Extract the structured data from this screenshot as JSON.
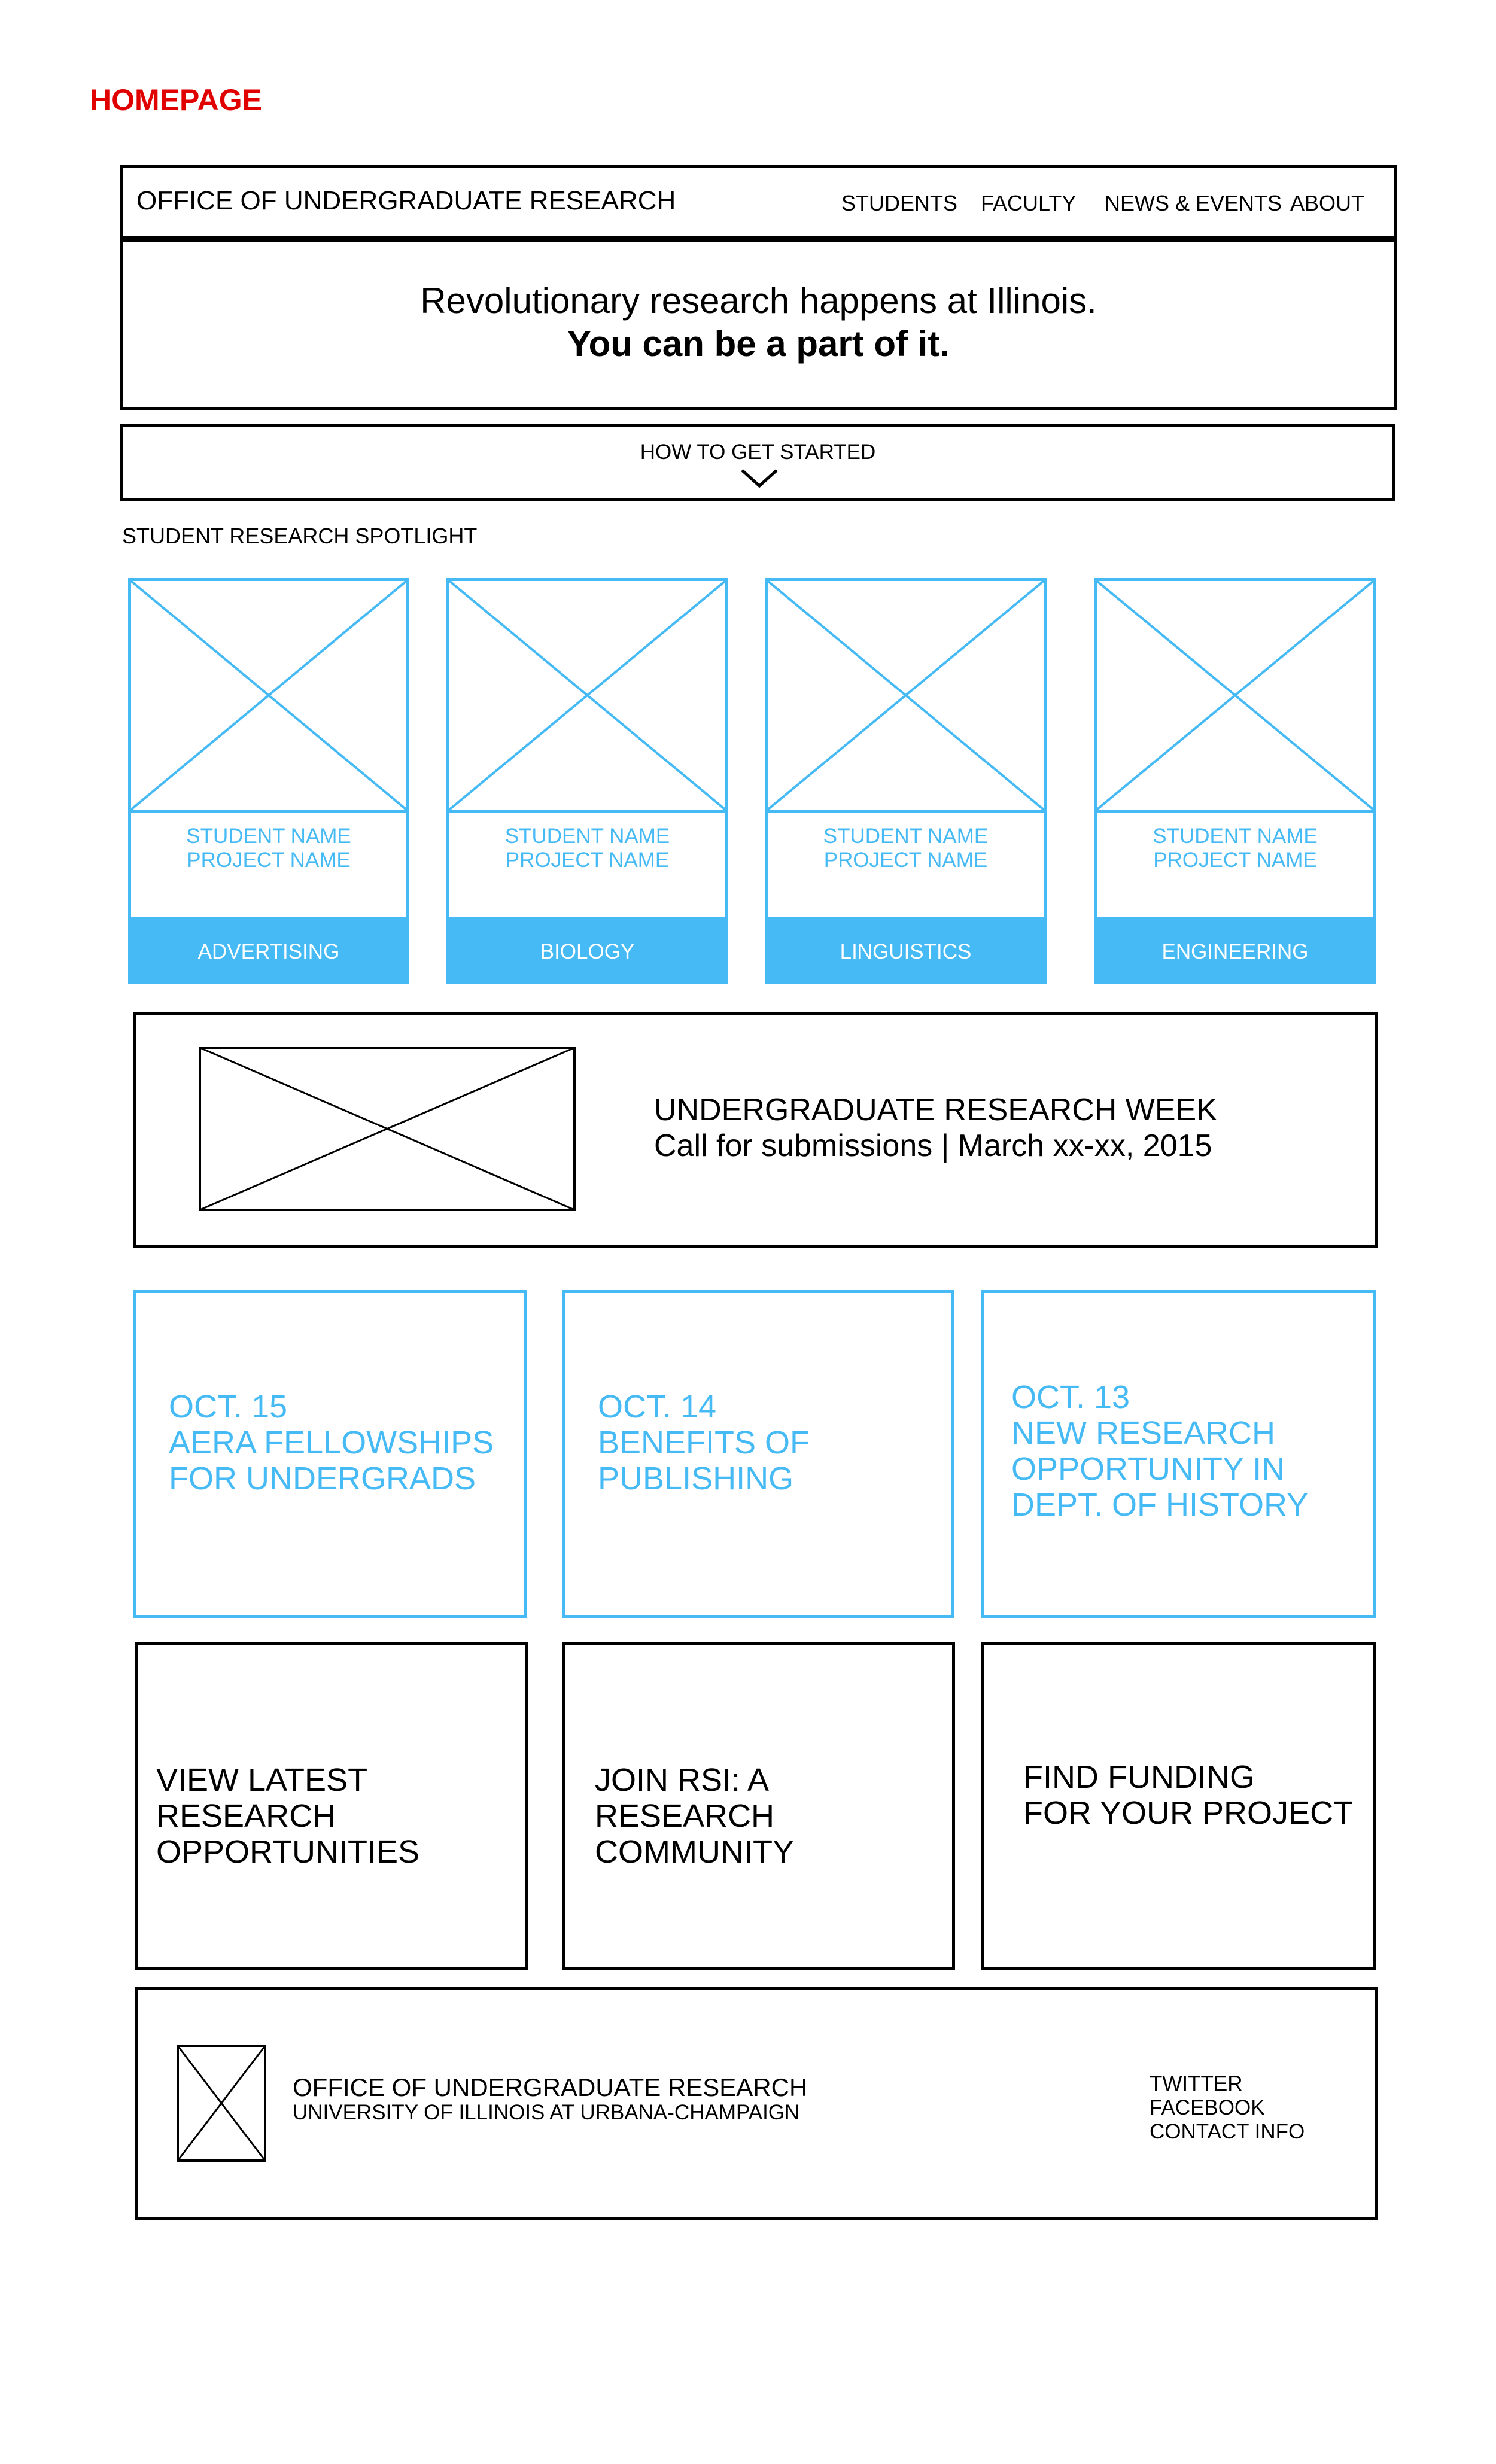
{
  "page_label": "HOMEPAGE",
  "header": {
    "title": "OFFICE OF UNDERGRADUATE RESEARCH",
    "nav": [
      "STUDENTS",
      "FACULTY",
      "NEWS & EVENTS",
      "ABOUT"
    ]
  },
  "hero": {
    "line1": "Revolutionary research happens at Illinois.",
    "line2": "You can be a part of it."
  },
  "get_started": {
    "label": "HOW TO GET STARTED",
    "icon": "chevron-down-icon"
  },
  "spotlight": {
    "title": "STUDENT RESEARCH SPOTLIGHT",
    "cards": [
      {
        "student": "STUDENT NAME",
        "project": "PROJECT NAME",
        "field": "ADVERTISING"
      },
      {
        "student": "STUDENT NAME",
        "project": "PROJECT NAME",
        "field": "BIOLOGY"
      },
      {
        "student": "STUDENT NAME",
        "project": "PROJECT NAME",
        "field": "LINGUISTICS"
      },
      {
        "student": "STUDENT NAME",
        "project": "PROJECT NAME",
        "field": "ENGINEERING"
      }
    ]
  },
  "feature": {
    "title": "UNDERGRADUATE RESEARCH WEEK",
    "subtitle": "Call for submissions | March xx-xx, 2015"
  },
  "news": [
    {
      "date": "OCT. 15",
      "lines": [
        "AERA FELLOWSHIPS",
        "FOR UNDERGRADS"
      ]
    },
    {
      "date": "OCT. 14",
      "lines": [
        "BENEFITS OF",
        "PUBLISHING"
      ]
    },
    {
      "date": "OCT. 13",
      "lines": [
        "NEW RESEARCH",
        "OPPORTUNITY IN",
        "DEPT. OF HISTORY"
      ]
    }
  ],
  "links": [
    {
      "lines": [
        "VIEW LATEST RESEARCH",
        "OPPORTUNITIES"
      ]
    },
    {
      "lines": [
        "JOIN RSI: A RESEARCH",
        "COMMUNITY"
      ]
    },
    {
      "lines": [
        "FIND FUNDING",
        "FOR YOUR PROJECT"
      ]
    }
  ],
  "footer": {
    "title": "OFFICE OF UNDERGRADUATE RESEARCH",
    "subtitle": "UNIVERSITY OF ILLINOIS AT URBANA-CHAMPAIGN",
    "links": [
      "TWITTER",
      "FACEBOOK",
      "CONTACT INFO"
    ]
  },
  "colors": {
    "accent": "#45baf5",
    "label_red": "#e00000",
    "line": "#000000"
  }
}
